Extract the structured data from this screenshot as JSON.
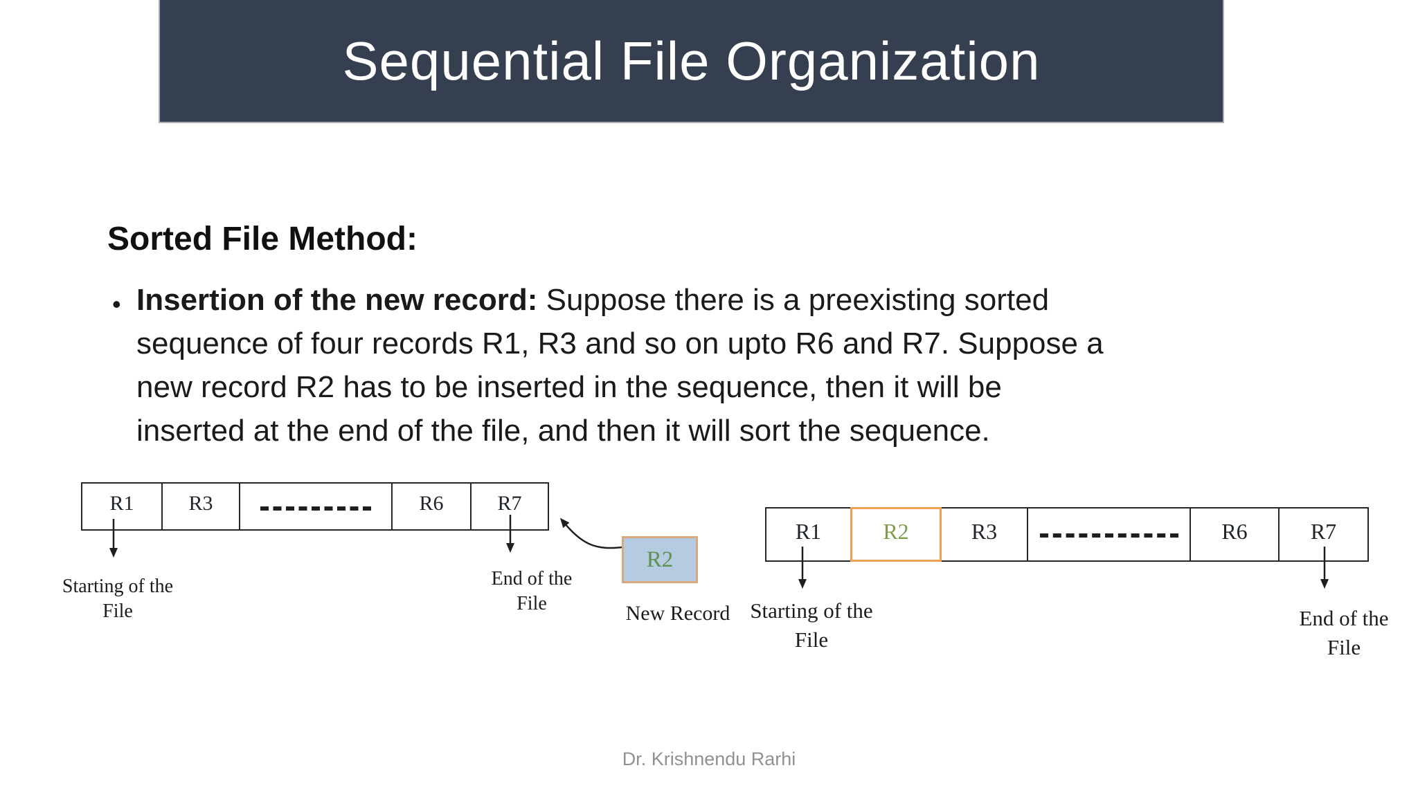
{
  "slide": {
    "title": "Sequential File Organization",
    "footer": "Dr. Krishnendu Rarhi"
  },
  "content": {
    "heading": "Sorted File Method:",
    "bullet_glyph": "•",
    "lines": [
      {
        "bold": "Insertion of the new record:",
        "rest": " Suppose there is a preexisting sorted"
      },
      {
        "rest": "sequence of four records R1, R3 and so on upto R6 and R7. Suppose a"
      },
      {
        "rest": "new record R2 has to be inserted in the sequence, then it will be"
      },
      {
        "rest": "inserted at the end of the file, and then it will sort the sequence."
      }
    ]
  },
  "diagram_before": {
    "cells": [
      "R1",
      "R3",
      "-----------",
      "R6",
      "R7"
    ],
    "start_label": "Starting of the\nFile",
    "end_label": "End of the\nFile"
  },
  "new_record": {
    "label": "R2",
    "caption": "New Record"
  },
  "diagram_after": {
    "cells": [
      "R1",
      "R2",
      "R3",
      "-----------",
      "R6",
      "R7"
    ],
    "start_label": "Starting of the\nFile",
    "end_label": "End of the\nFile"
  },
  "colors": {
    "title_bar_bg": "#353f4f",
    "title_text": "#ffffff",
    "body_text": "#1a1a1a",
    "diagram_line": "#262626",
    "new_record_fill": "#b5cbe2",
    "new_record_border": "#d9a97e",
    "new_record_text": "#5f9150",
    "inserted_cell_border": "#f0a050",
    "inserted_cell_text": "#7f9c4b",
    "footer_text": "#8f9194"
  }
}
